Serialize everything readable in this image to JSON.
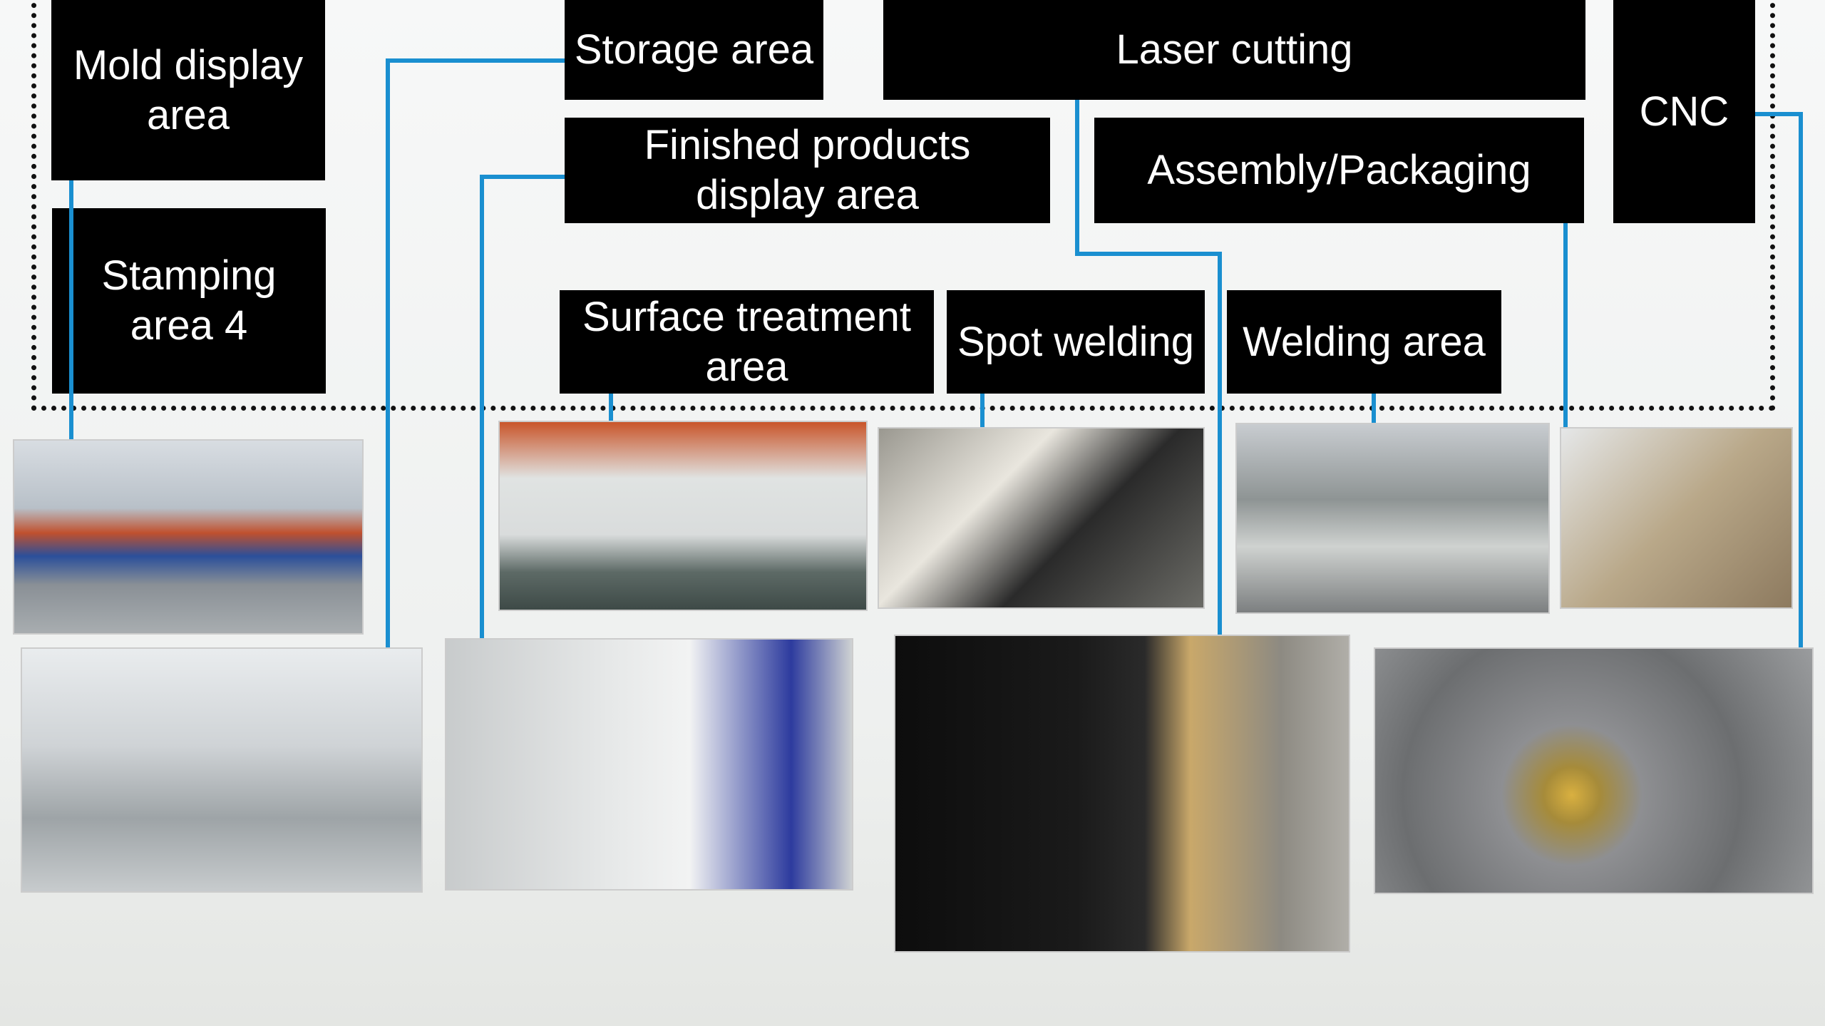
{
  "areas": {
    "mold": "Mold display area",
    "stamping": "Stamping area 4",
    "storage": "Storage area",
    "finished": "Finished products display area",
    "laser": "Laser cutting",
    "assembly": "Assembly/Packaging",
    "cnc": "CNC",
    "surface": "Surface treatment area",
    "spot": "Spot welding",
    "welding": "Welding area"
  },
  "colors": {
    "connector": "#1a8fd0",
    "label_bg": "#000000",
    "label_text": "#ffffff"
  }
}
